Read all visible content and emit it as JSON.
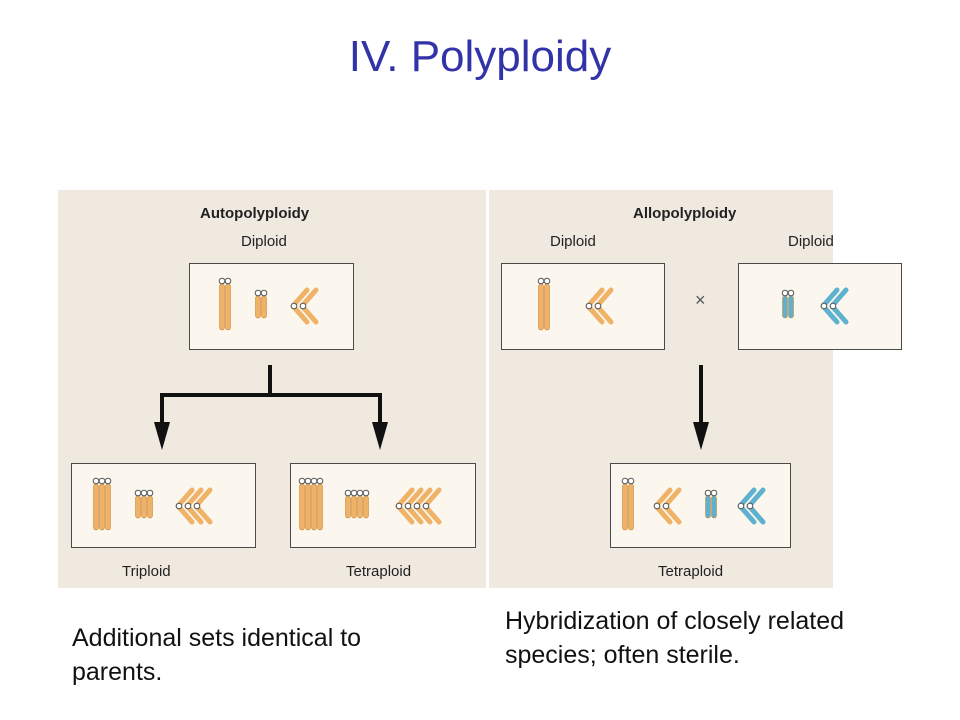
{
  "slide": {
    "title": "IV. Polyploidy"
  },
  "figure": {
    "auto": {
      "heading": "Autopolyploidy",
      "parent_label": "Diploid",
      "child_left_label": "Triploid",
      "child_right_label": "Tetraploid"
    },
    "allo": {
      "heading": "Allopolyploidy",
      "parent_left_label": "Diploid",
      "parent_right_label": "Diploid",
      "cross_symbol": "×",
      "child_label": "Tetraploid"
    },
    "colors": {
      "species_a": "#f0b266",
      "species_b": "#5fb2cf",
      "panel": "#efe9e0",
      "arrow": "#111111"
    }
  },
  "captions": {
    "left": "Additional sets identical to parents.",
    "right": "Hybridization of closely related species; often sterile."
  }
}
